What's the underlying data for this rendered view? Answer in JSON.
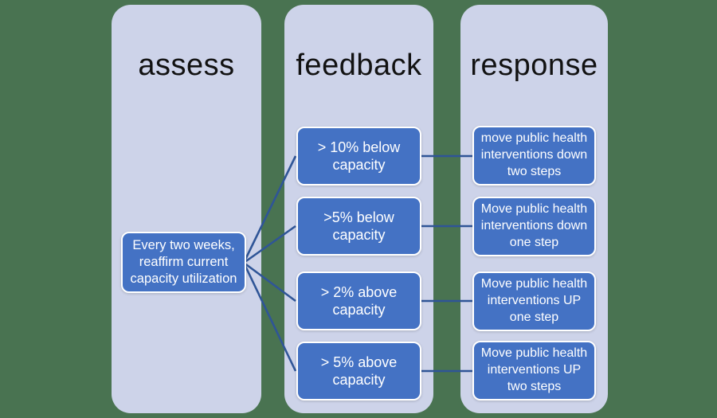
{
  "colors": {
    "background_green": "#497351",
    "column_fill": "#cdd3e9",
    "box_fill": "#4472c4",
    "box_border": "#ffffff",
    "connector": "#2f5597",
    "title_color": "#121212",
    "box_text": "#ffffff"
  },
  "columns": [
    {
      "title": "assess",
      "boxes": [
        {
          "lines": [
            "Every two weeks,",
            "reaffirm current",
            "capacity utilization"
          ]
        }
      ]
    },
    {
      "title": "feedback",
      "boxes": [
        {
          "lines": [
            "> 10% below",
            "capacity"
          ]
        },
        {
          "lines": [
            ">5% below",
            "capacity"
          ]
        },
        {
          "lines": [
            "> 2% above",
            "capacity"
          ]
        },
        {
          "lines": [
            "> 5% above",
            "capacity"
          ]
        }
      ]
    },
    {
      "title": "response",
      "boxes": [
        {
          "lines": [
            "move public health",
            "interventions down",
            "two steps"
          ]
        },
        {
          "lines": [
            "Move public health",
            "interventions down",
            "one step"
          ]
        },
        {
          "lines": [
            "Move public health",
            "interventions UP",
            "one step"
          ]
        },
        {
          "lines": [
            "Move public health",
            "interventions UP",
            "two steps"
          ]
        }
      ]
    }
  ]
}
